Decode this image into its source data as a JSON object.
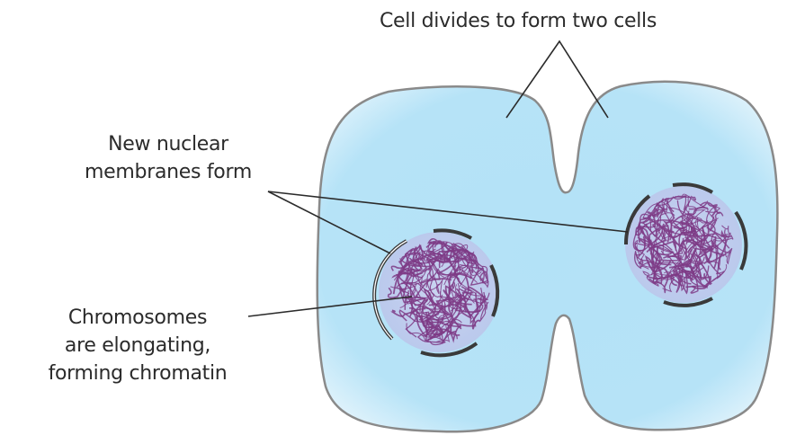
{
  "labels": {
    "cell_divides": "Cell divides to form two cells",
    "membranes": [
      "New nuclear",
      "membranes form"
    ],
    "chromosomes": [
      "Chromosomes",
      "are elongating,",
      "forming chromatin"
    ]
  },
  "colors": {
    "cytoplasm": "#b3e2f7",
    "cytoplasm_edge": "#d6effa",
    "cell_outline": "#8a8a8a",
    "nucleus_fill": "#c7d6f2",
    "chromatin": "#7e3b86",
    "nuclear_membrane": "#3a3a3a",
    "leader_line": "#2b2b2b",
    "text": "#2b2b2b"
  }
}
